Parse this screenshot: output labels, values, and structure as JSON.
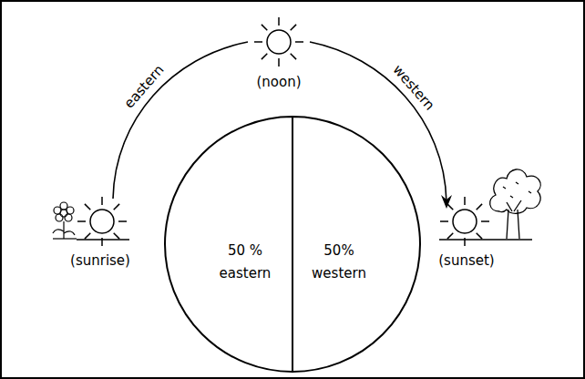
{
  "diagram": {
    "nodes": [
      {
        "text": [
          "50 % eastern"
        ]
      },
      {
        "text": [
          "50% western"
        ]
      }
    ],
    "labels": [
      "eastern",
      "(noon)",
      "western",
      "(sunrise)",
      "(sunset)"
    ]
  }
}
